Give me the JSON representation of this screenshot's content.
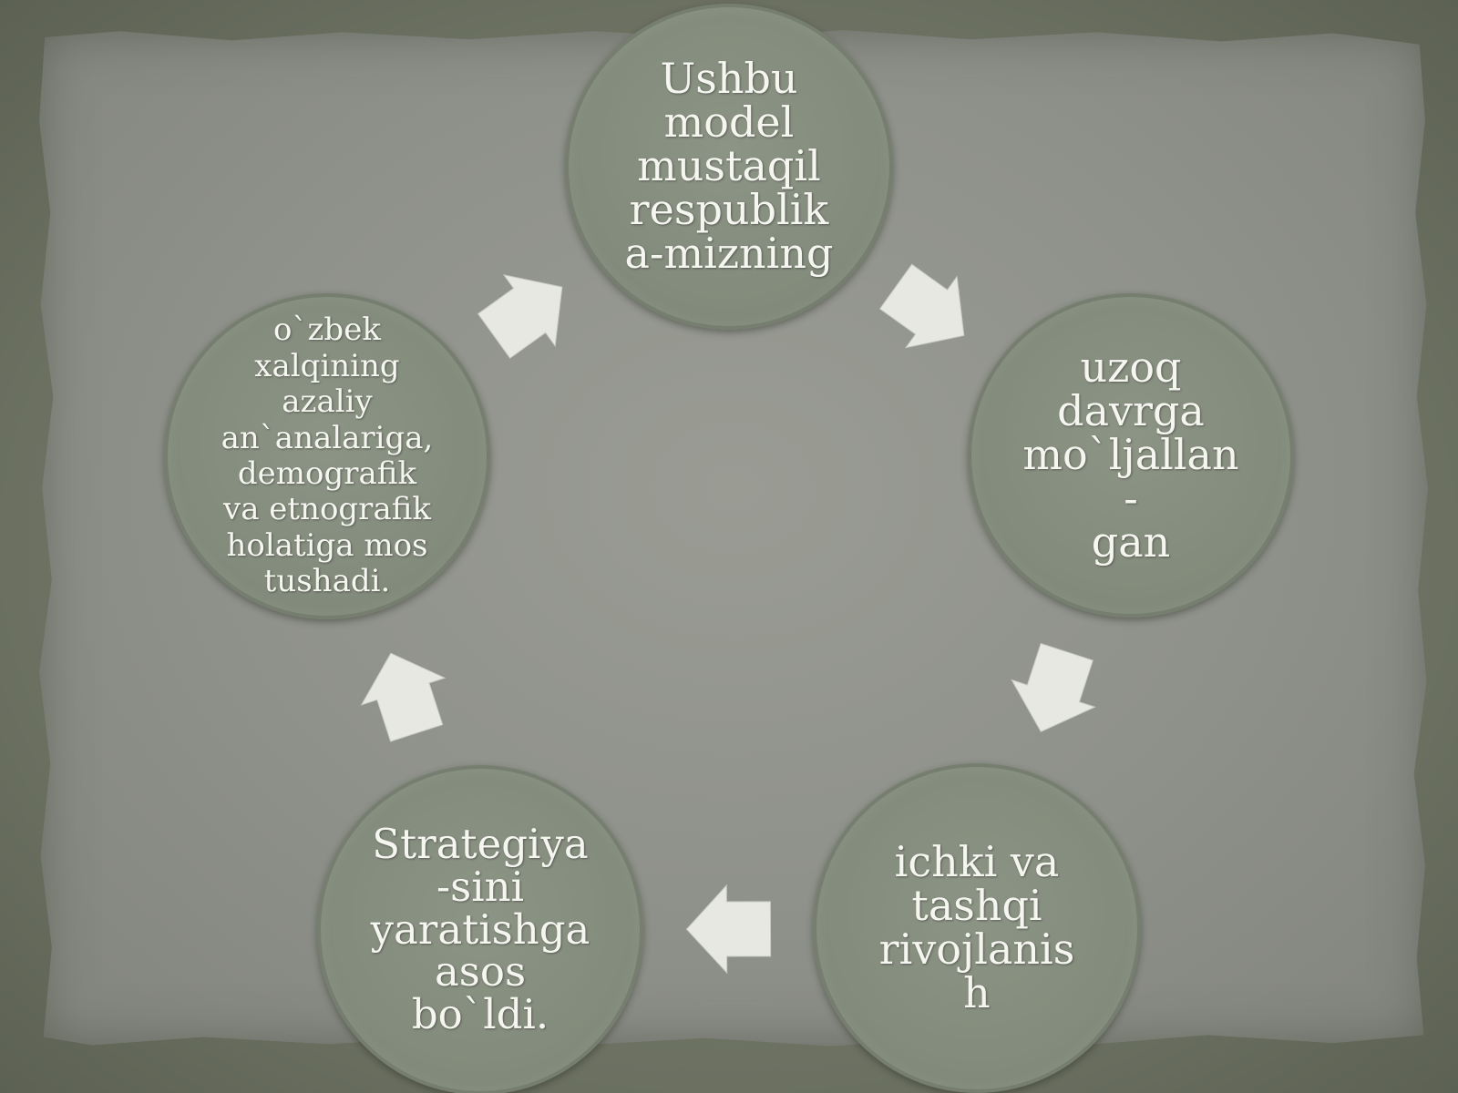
{
  "diagram": {
    "nodes": [
      {
        "id": "node-1",
        "text": "Ushbu\nmodel\nmustaqil\nrespublik\na-mizning"
      },
      {
        "id": "node-2",
        "text": "uzoq\ndavrga\nmo`ljallan\n-\ngan"
      },
      {
        "id": "node-3",
        "text": "ichki va\ntashqi\nrivojlanis\nh"
      },
      {
        "id": "node-4",
        "text": "Strategiya\n-sini\nyaratishga\nasos\nbo`ldi."
      },
      {
        "id": "node-5",
        "text": "o`zbek\nxalqining\nazaliy\nan`analariga,\ndemografik\nva etnografik\nholatiga mos\ntushadi."
      }
    ],
    "edges": [
      {
        "from": "node-1",
        "to": "node-2"
      },
      {
        "from": "node-2",
        "to": "node-3"
      },
      {
        "from": "node-3",
        "to": "node-4"
      },
      {
        "from": "node-4",
        "to": "node-5"
      },
      {
        "from": "node-5",
        "to": "node-1"
      }
    ],
    "colors": {
      "node_fill": "#838b7c",
      "node_text": "#f6f6f1",
      "arrow_fill": "#e6e8e1",
      "paper": "#8e918a",
      "frame": "#6b7061"
    }
  }
}
